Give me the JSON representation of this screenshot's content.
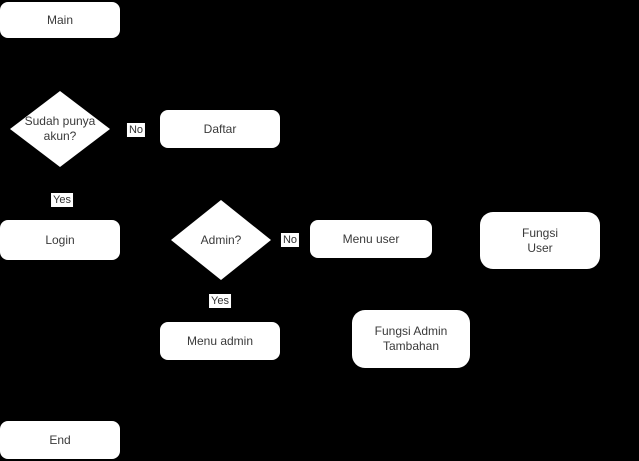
{
  "diagram": {
    "background_color": "#000000",
    "node_fill_color": "#ffffff",
    "node_text_color": "#3a3a3a",
    "nodes": {
      "main": {
        "label": "Main"
      },
      "decision_akun": {
        "label": "Sudah punya akun?"
      },
      "daftar": {
        "label": "Daftar"
      },
      "login": {
        "label": "Login"
      },
      "decision_admin": {
        "label": "Admin?"
      },
      "menu_user": {
        "label": "Menu user"
      },
      "fungsi_user": {
        "label": "Fungsi\nUser"
      },
      "menu_admin": {
        "label": "Menu admin"
      },
      "fungsi_admin": {
        "label": "Fungsi Admin\nTambahan"
      },
      "end": {
        "label": "End"
      }
    },
    "edge_labels": {
      "akun_no": "No",
      "akun_yes": "Yes",
      "admin_no": "No",
      "admin_yes": "Yes"
    }
  }
}
